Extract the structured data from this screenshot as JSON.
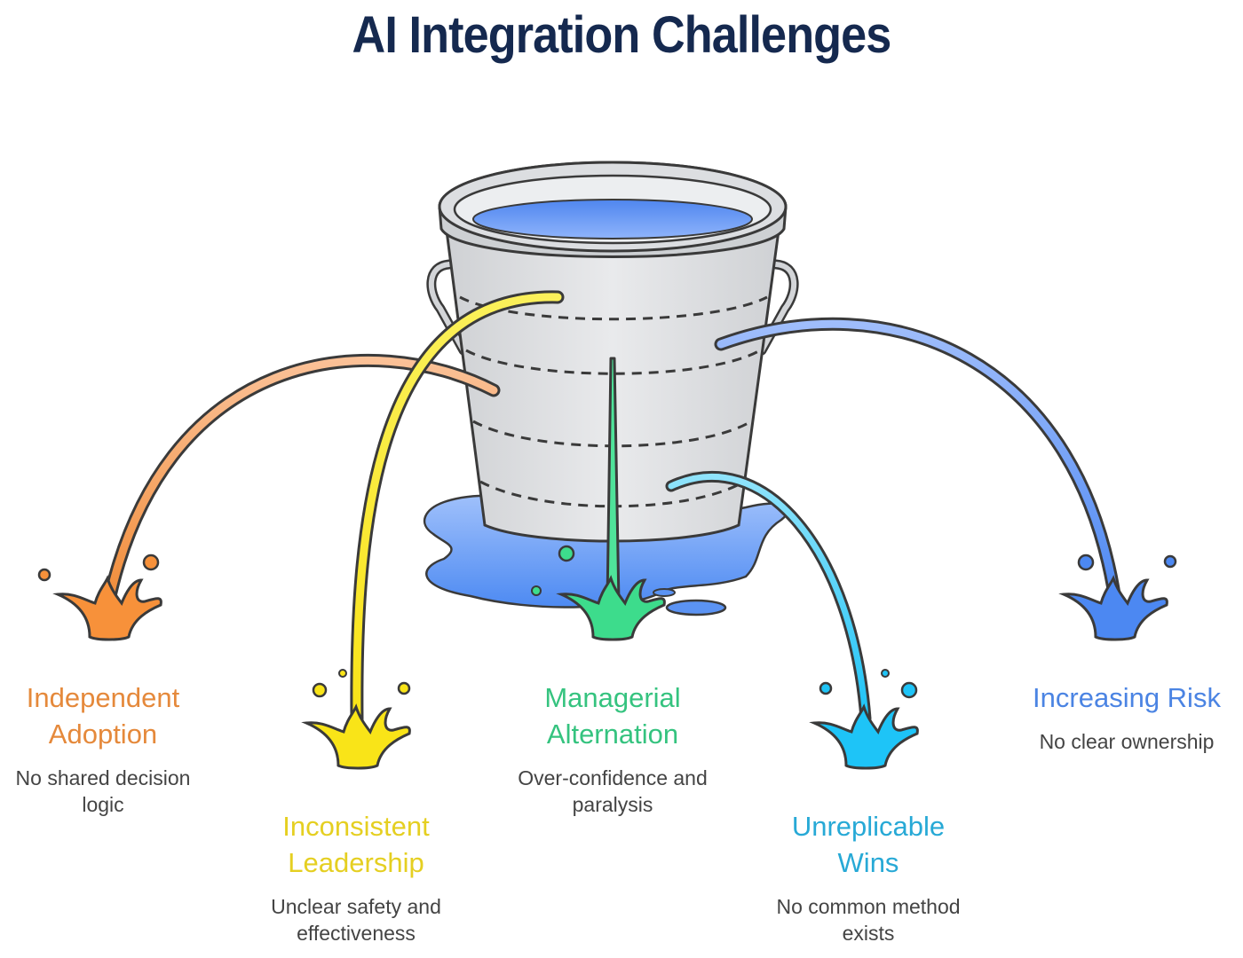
{
  "title": "AI Integration Challenges",
  "items": [
    {
      "key": "independent-adoption",
      "title": "Independent\nAdoption",
      "description": "No shared decision\nlogic",
      "color": "#e5893b"
    },
    {
      "key": "inconsistent-leadership",
      "title": "Inconsistent\nLeadership",
      "description": "Unclear safety and\neffectiveness",
      "color": "#e5cf21"
    },
    {
      "key": "managerial-alternation",
      "title": "Managerial\nAlternation",
      "description": "Over-confidence and\nparalysis",
      "color": "#35c37f"
    },
    {
      "key": "unreplicable-wins",
      "title": "Unreplicable\nWins",
      "description": "No common method\nexists",
      "color": "#27a9d6"
    },
    {
      "key": "increasing-risk",
      "title": "Increasing Risk",
      "description": "No clear ownership",
      "color": "#4b84e3"
    }
  ],
  "icons": [
    "bucket-icon",
    "water-puddle-icon",
    "splash-icon"
  ]
}
